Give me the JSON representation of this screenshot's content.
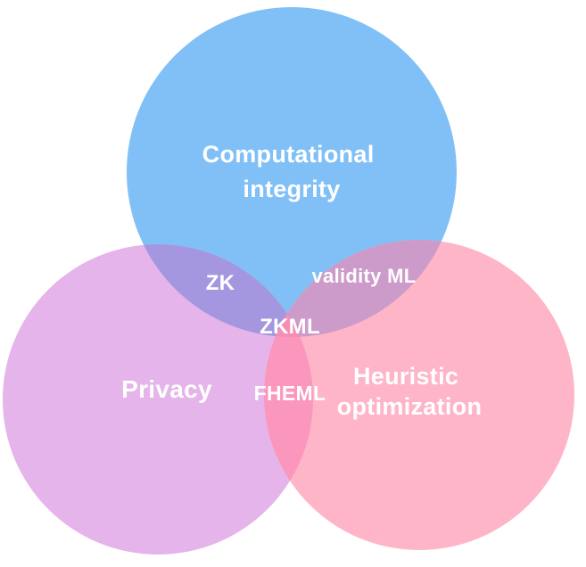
{
  "diagram": {
    "type": "venn",
    "background_color": "#ffffff",
    "text_color": "#ffffff",
    "sets": [
      {
        "id": "computational-integrity",
        "label_line1": "Computational",
        "label_line2": "integrity",
        "color": "#80C0F6"
      },
      {
        "id": "privacy",
        "label_line1": "Privacy",
        "color": "#E5B4EA"
      },
      {
        "id": "heuristic-optimization",
        "label_line1": "Heuristic",
        "label_line2": "optimization",
        "color": "#FFB5C8"
      }
    ],
    "overlaps": [
      {
        "id": "zk",
        "label": "ZK",
        "between": "computational-integrity + privacy",
        "color": "#A497E0"
      },
      {
        "id": "validity-ml",
        "label": "validity ML",
        "between": "computational-integrity + heuristic-optimization",
        "color": "#CD9BC9"
      },
      {
        "id": "fheml",
        "label": "FHEML",
        "between": "privacy + heuristic-optimization",
        "color": "#FB96BD"
      },
      {
        "id": "zkml",
        "label": "ZKML",
        "between": "computational-integrity + privacy + heuristic-optimization",
        "color": "#F48EB6"
      }
    ]
  }
}
